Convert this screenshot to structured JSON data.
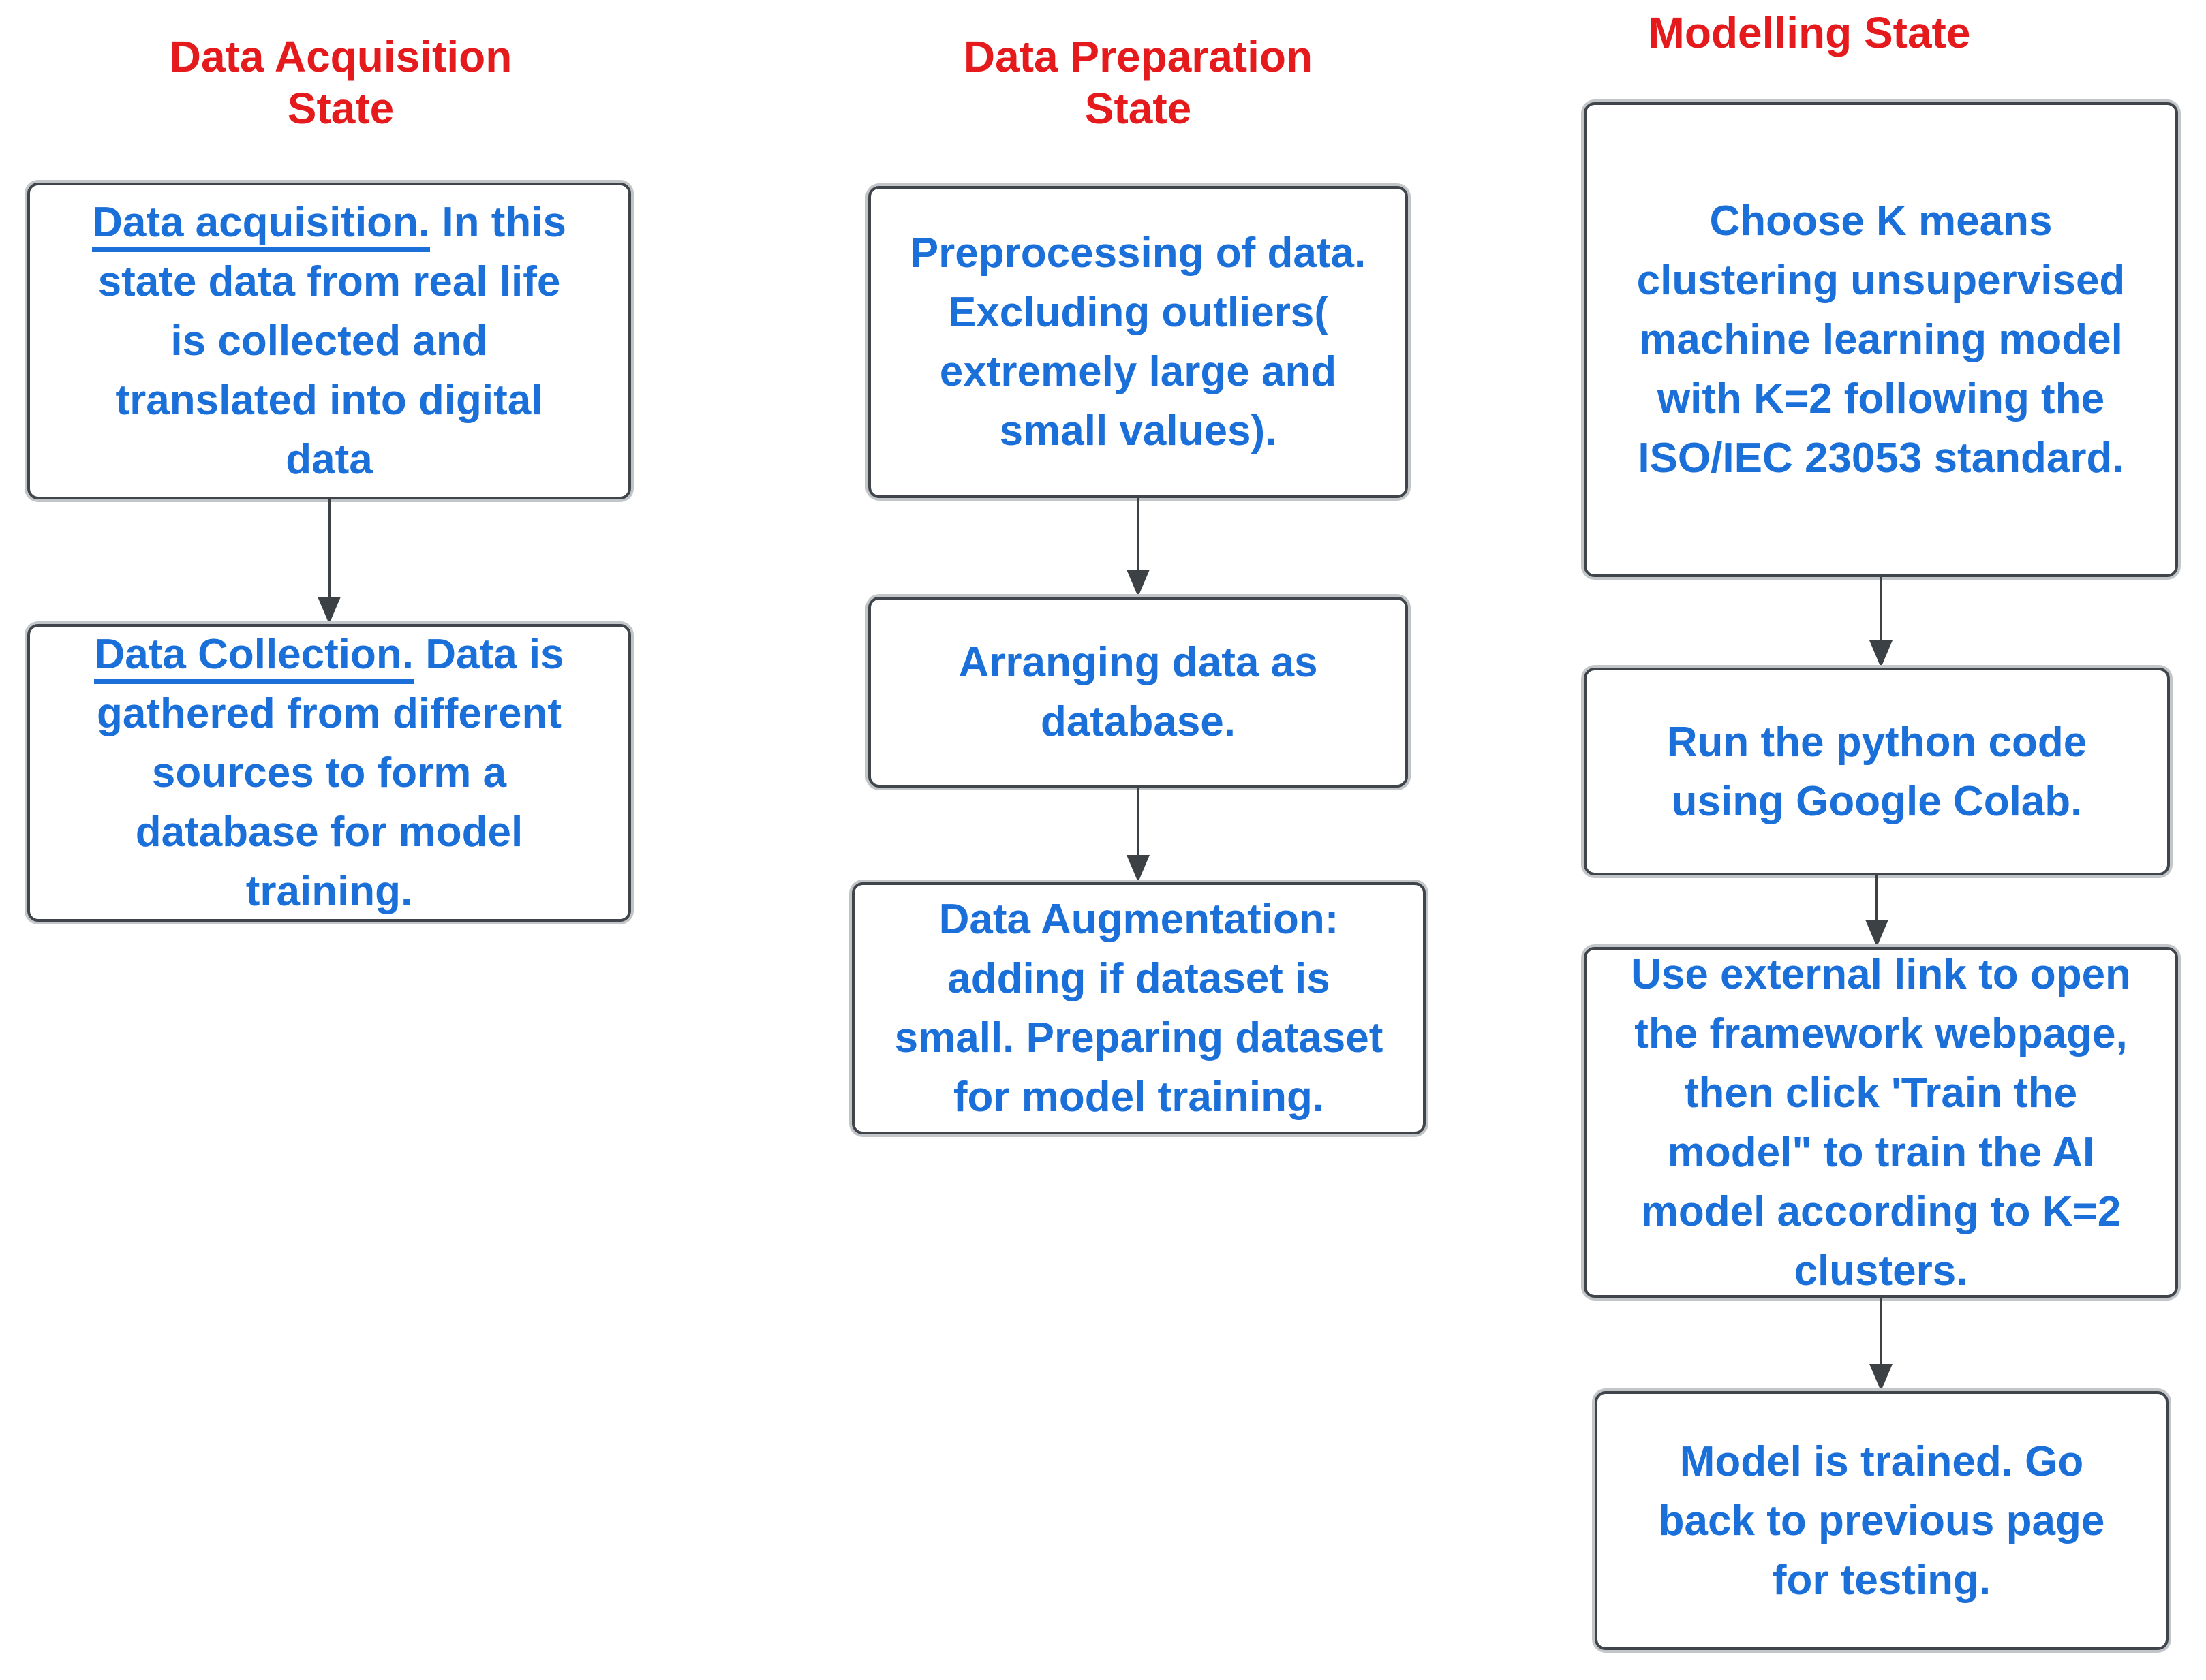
{
  "colors": {
    "heading": "#e51a1c",
    "body": "#1b6fd8",
    "border": "#40454c",
    "arrow": "#3c4146",
    "shadow": "#c3c6c9",
    "background": "#ffffff"
  },
  "columns": [
    {
      "heading": "Data Acquisition\nState",
      "boxes": [
        {
          "lead": "Data acquisition.",
          "rest": " In this\nstate data from real life\nis collected and\ntranslated into digital\ndata"
        },
        {
          "lead": "Data Collection.",
          "rest": " Data is\ngathered from different\nsources to form a\ndatabase for model\ntraining."
        }
      ]
    },
    {
      "heading": "Data Preparation\nState",
      "boxes": [
        {
          "text": "Preprocessing of data.\nExcluding outliers(\nextremely large and\nsmall values)."
        },
        {
          "text": "Arranging data as\ndatabase."
        },
        {
          "text": "Data Augmentation:\nadding if dataset is\nsmall. Preparing dataset\nfor model training."
        }
      ]
    },
    {
      "heading": "Modelling State",
      "boxes": [
        {
          "text": "Choose K means\nclustering unsupervised\nmachine learning model\nwith K=2 following the\nISO/IEC 23053 standard."
        },
        {
          "text": "Run the python code\nusing Google Colab."
        },
        {
          "text": "Use external link to open\nthe framework webpage,\nthen click 'Train the\nmodel\" to train the AI\nmodel according to K=2\nclusters."
        },
        {
          "text": "Model is trained. Go\nback to previous page\nfor testing."
        }
      ]
    }
  ]
}
